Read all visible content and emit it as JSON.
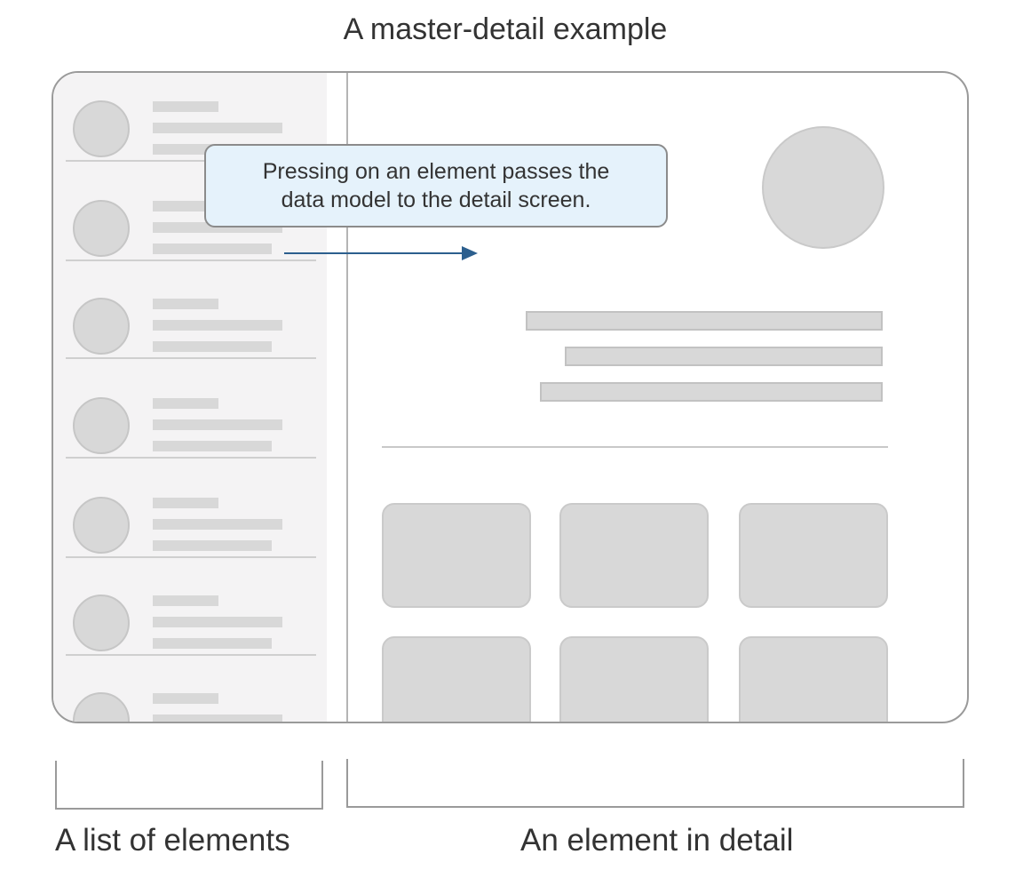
{
  "title": "A master-detail example",
  "callout": {
    "line1": "Pressing on an element passes the",
    "line2": "data model to the detail screen."
  },
  "captions": {
    "list": "A list of elements",
    "detail": "An element in detail"
  },
  "colors": {
    "arrow": "#2c5f8e",
    "callout_fill": "#e5f2fb",
    "list_pane": "#f4f3f4",
    "placeholder": "#d8d8d8"
  }
}
